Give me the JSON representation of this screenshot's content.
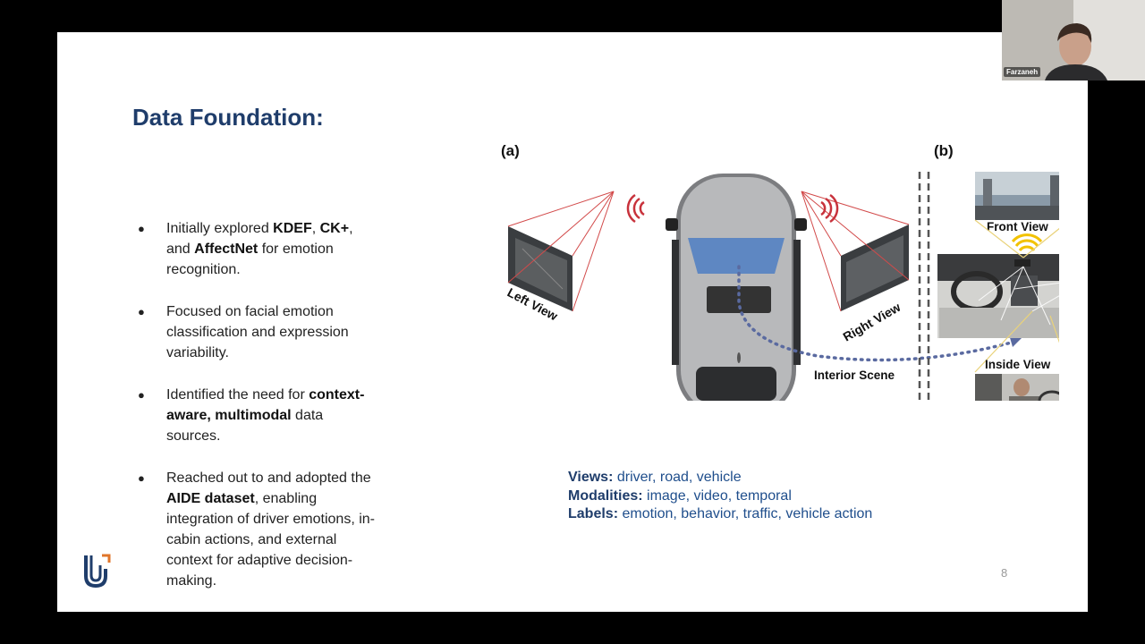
{
  "slide": {
    "title": "Data Foundation:",
    "bullets": [
      {
        "parts": [
          {
            "t": "Initially explored ",
            "b": false
          },
          {
            "t": "KDEF",
            "b": true
          },
          {
            "t": ", ",
            "b": false
          },
          {
            "t": "CK+",
            "b": true
          },
          {
            "t": ", and ",
            "b": false
          },
          {
            "t": "AffectNet",
            "b": true
          },
          {
            "t": " for emotion recognition.",
            "b": false
          }
        ]
      },
      {
        "parts": [
          {
            "t": "Focused on facial emotion classification and expression variability.",
            "b": false
          }
        ]
      },
      {
        "parts": [
          {
            "t": "Identified the need for ",
            "b": false
          },
          {
            "t": "context-aware, multimodal",
            "b": true
          },
          {
            "t": " data sources.",
            "b": false
          }
        ]
      },
      {
        "parts": [
          {
            "t": "Reached out to and adopted the ",
            "b": false
          },
          {
            "t": "AIDE dataset",
            "b": true
          },
          {
            "t": ", enabling integration of driver emotions, in-cabin actions, and external context for adaptive decision-making.",
            "b": false
          }
        ]
      }
    ],
    "bullet_symbol": "●",
    "figure": {
      "label_a": "(a)",
      "label_b": "(b)",
      "left_view": "Left View",
      "right_view": "Right View",
      "interior_scene": "Interior Scene",
      "front_view": "Front View",
      "inside_view": "Inside View"
    },
    "info": {
      "views_label": "Views:",
      "views_value": " driver, road, vehicle",
      "modalities_label": "Modalities:",
      "modalities_value": " image, video, temporal",
      "labels_label": "Labels:",
      "labels_value": " emotion, behavior, traffic, vehicle action"
    },
    "page_number": "8"
  },
  "webcam": {
    "participant_name": "Farzaneh"
  },
  "colors": {
    "title": "#1f3d6b",
    "info_text": "#1f4e8c",
    "signal_red": "#c8323c",
    "signal_yellow": "#f2c200",
    "path_dots": "#5a6aa0"
  }
}
